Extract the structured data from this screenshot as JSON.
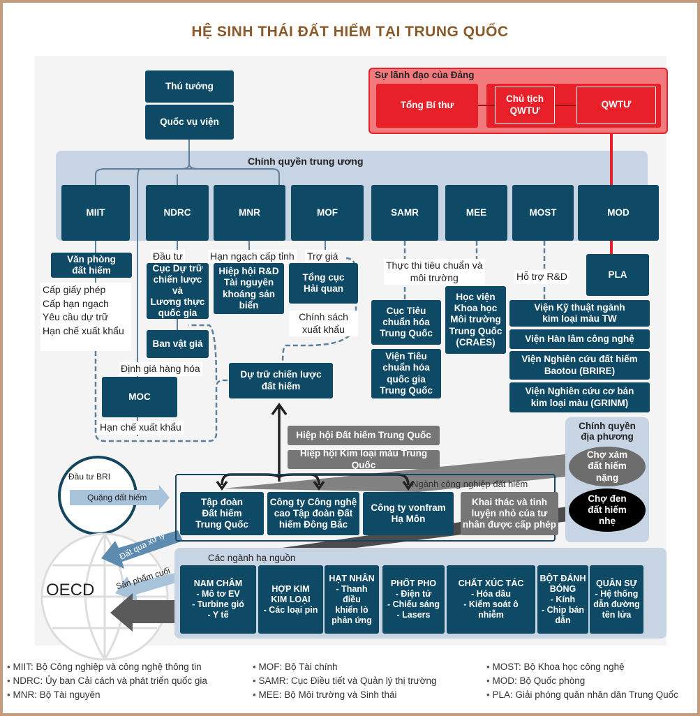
{
  "title": "HỆ SINH THÁI ĐẤT HIẾM TẠI TRUNG QUỐC",
  "top": {
    "pm": "Thủ tướng",
    "state_council": "Quốc vụ viện"
  },
  "party": {
    "label": "Sự lãnh đạo của Đảng",
    "gen_sec": "Tổng Bí thư",
    "cmc_chair": "Chủ tịch\nQWTƯ",
    "cmc": "QWTƯ"
  },
  "central": {
    "label": "Chính quyền trung ương",
    "ministries": [
      "MIIT",
      "NDRC",
      "MNR",
      "MOF",
      "SAMR",
      "MEE",
      "MOST",
      "MOD"
    ]
  },
  "miit": {
    "office": "Văn phòng\nđất hiếm",
    "duties": "Cấp giấy phép\nCấp hạn ngạch\nYêu cầu dự trữ\nHạn chế xuất khẩu"
  },
  "ndrc": {
    "label": "Đầu tư",
    "reserve_bureau": "Cục Dự trữ\nchiến lược và\nLương thực\nquốc gia",
    "price_bureau": "Ban vật giá",
    "pricing": "Định giá hàng hóa"
  },
  "mnr": {
    "label": "Hạn ngạch cấp tỉnh",
    "assoc": "Hiệp hội R&D\nTài nguyên\nkhoáng sản\nbiển"
  },
  "mof": {
    "label": "Trợ giá",
    "customs": "Tổng cục\nHải quan",
    "export_policy": "Chính sách\nxuất khẩu"
  },
  "moc": {
    "name": "MOC",
    "restrict": "Hạn chế xuất khẩu"
  },
  "reserve": "Dự trữ chiến lược\nđất hiếm",
  "samr": {
    "label": "Thực thi tiêu chuẩn và\nmôi trường",
    "bureau": "Cục Tiêu\nchuẩn hóa\nTrung Quốc",
    "institute": "Viện Tiêu\nchuẩn hóa\nquốc gia\nTrung Quốc"
  },
  "mee": {
    "academy": "Học viện\nKhoa học\nMôi trường\nTrung Quốc\n(CRAES)"
  },
  "most": {
    "label": "Hỗ trợ R&D",
    "institutes": [
      "Viện Kỹ thuật ngành\nkim loại màu TW",
      "Viện Hàn lâm công nghệ",
      "Viện Nghiên cứu đất hiếm\nBaotou (BRIRE)",
      "Viện Nghiên cứu cơ bản\nkim loại màu (GRINM)"
    ]
  },
  "mod": {
    "pla": "PLA"
  },
  "associations": [
    "Hiệp hội Đất hiếm Trung  Quốc",
    "Hiệp hội Kim loại màu Trung Quốc"
  ],
  "local": {
    "label": "Chính quyền\nđịa phương",
    "grey_market": "Chợ xám\nđất hiếm\nnặng",
    "black_market": "Chợ đen\nđất hiếm\nnhẹ"
  },
  "industry": {
    "label": "Ngành công nghiệp đất hiếm",
    "companies": [
      "Tập đoàn\nĐất hiếm\nTrung Quốc",
      "Công ty Công nghệ\ncao Tập đoàn Đất\nhiếm Đông Bắc",
      "Công ty vonfram\nHạ Môn",
      "Khai thác và tinh\nluyện nhỏ của tư\nnhân được cấp phép"
    ]
  },
  "bri": {
    "label": "Đầu tư BRI",
    "ore": "Quặng đất hiếm"
  },
  "oecd": {
    "label": "OECD",
    "processed": "Đất qua xử lý",
    "final": "Sản phẩm cuối"
  },
  "downstream": {
    "label": "Các ngành hạ nguồn",
    "sectors": [
      "NAM CHÂM\n- Mô tơ EV\n- Turbine gió\n- Y tế",
      "HỢP KIM\nKIM LOẠI\n- Các loại pin",
      "HẠT NHÂN\n- Thanh điều\nkhiển lò\nphản ứng",
      "PHỐT PHO\n- Điện tử\n- Chiếu sáng\n- Lasers",
      "CHẤT XÚC TÁC\n- Hóa dầu\n- Kiểm soát ô\nnhiễm",
      "BỘT ĐÁNH\nBÓNG\n- Kính\n- Chip bán\ndẫn",
      "QUÂN SỰ\n- Hệ thống\ndẫn đường\ntên lửa"
    ]
  },
  "legend": [
    [
      "MIIT: Bộ Công nghiệp và công nghệ thông tin",
      "NDRC: Ủy ban Cải cách và phát triển quốc gia",
      "MNR: Bộ Tài nguyên"
    ],
    [
      "MOF: Bộ Tài chính",
      "SAMR: Cục Điều tiết và Quản lý thị trường",
      "MEE: Bộ Môi trường và Sinh thái"
    ],
    [
      "MOST: Bộ Khoa học công nghệ",
      "MOD: Bộ Quốc phòng",
      "PLA: Giải phóng quân nhân dân Trung Quốc"
    ]
  ],
  "colors": {
    "navy": "#0e4a66",
    "red": "#e8202a",
    "band": "#c6d4e4",
    "title": "#8b5a2b"
  }
}
